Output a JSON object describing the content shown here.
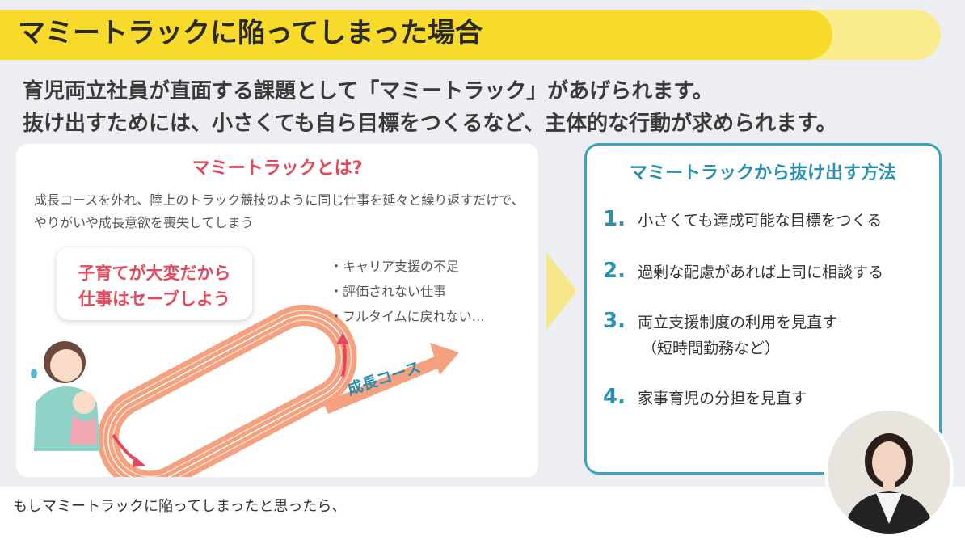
{
  "slide": {
    "title": "マミートラックに陥ってしまった場合",
    "intro_line1": "育児両立社員が直面する課題として「マミートラック」があげられます。",
    "intro_line2": "抜け出すためには、小さくても自ら目標をつくるなど、主体的な行動が求められます。"
  },
  "left_panel": {
    "heading": "マミートラックとは?",
    "definition": "成長コースを外れ、陸上のトラック競技のように同じ仕事を延々と繰り返すだけで、やりがいや成長意欲を喪失してしまう",
    "bubble_line1": "子育てが大変だから",
    "bubble_line2": "仕事はセーブしよう",
    "bullets": [
      "・キャリア支援の不足",
      "・評価されない仕事",
      "・フルタイムに戻れない…"
    ],
    "course_label": "成長コース"
  },
  "right_panel": {
    "heading": "マミートラックから抜け出す方法",
    "steps": [
      {
        "num": "1.",
        "text": "小さくても達成可能な目標をつくる"
      },
      {
        "num": "2.",
        "text": "過剰な配慮があれば上司に相談する"
      },
      {
        "num": "3.",
        "text": "両立支援制度の利用を見直す",
        "sub": "（短時間勤務など）"
      },
      {
        "num": "4.",
        "text": "家事育児の分担を見直す"
      }
    ]
  },
  "caption": "もしマミートラックに陥ってしまったと思ったら、",
  "colors": {
    "title_yellow": "#f8da2b",
    "accent_red": "#e5485c",
    "accent_teal": "#2a8fae",
    "track_orange": "#f5a07e"
  }
}
